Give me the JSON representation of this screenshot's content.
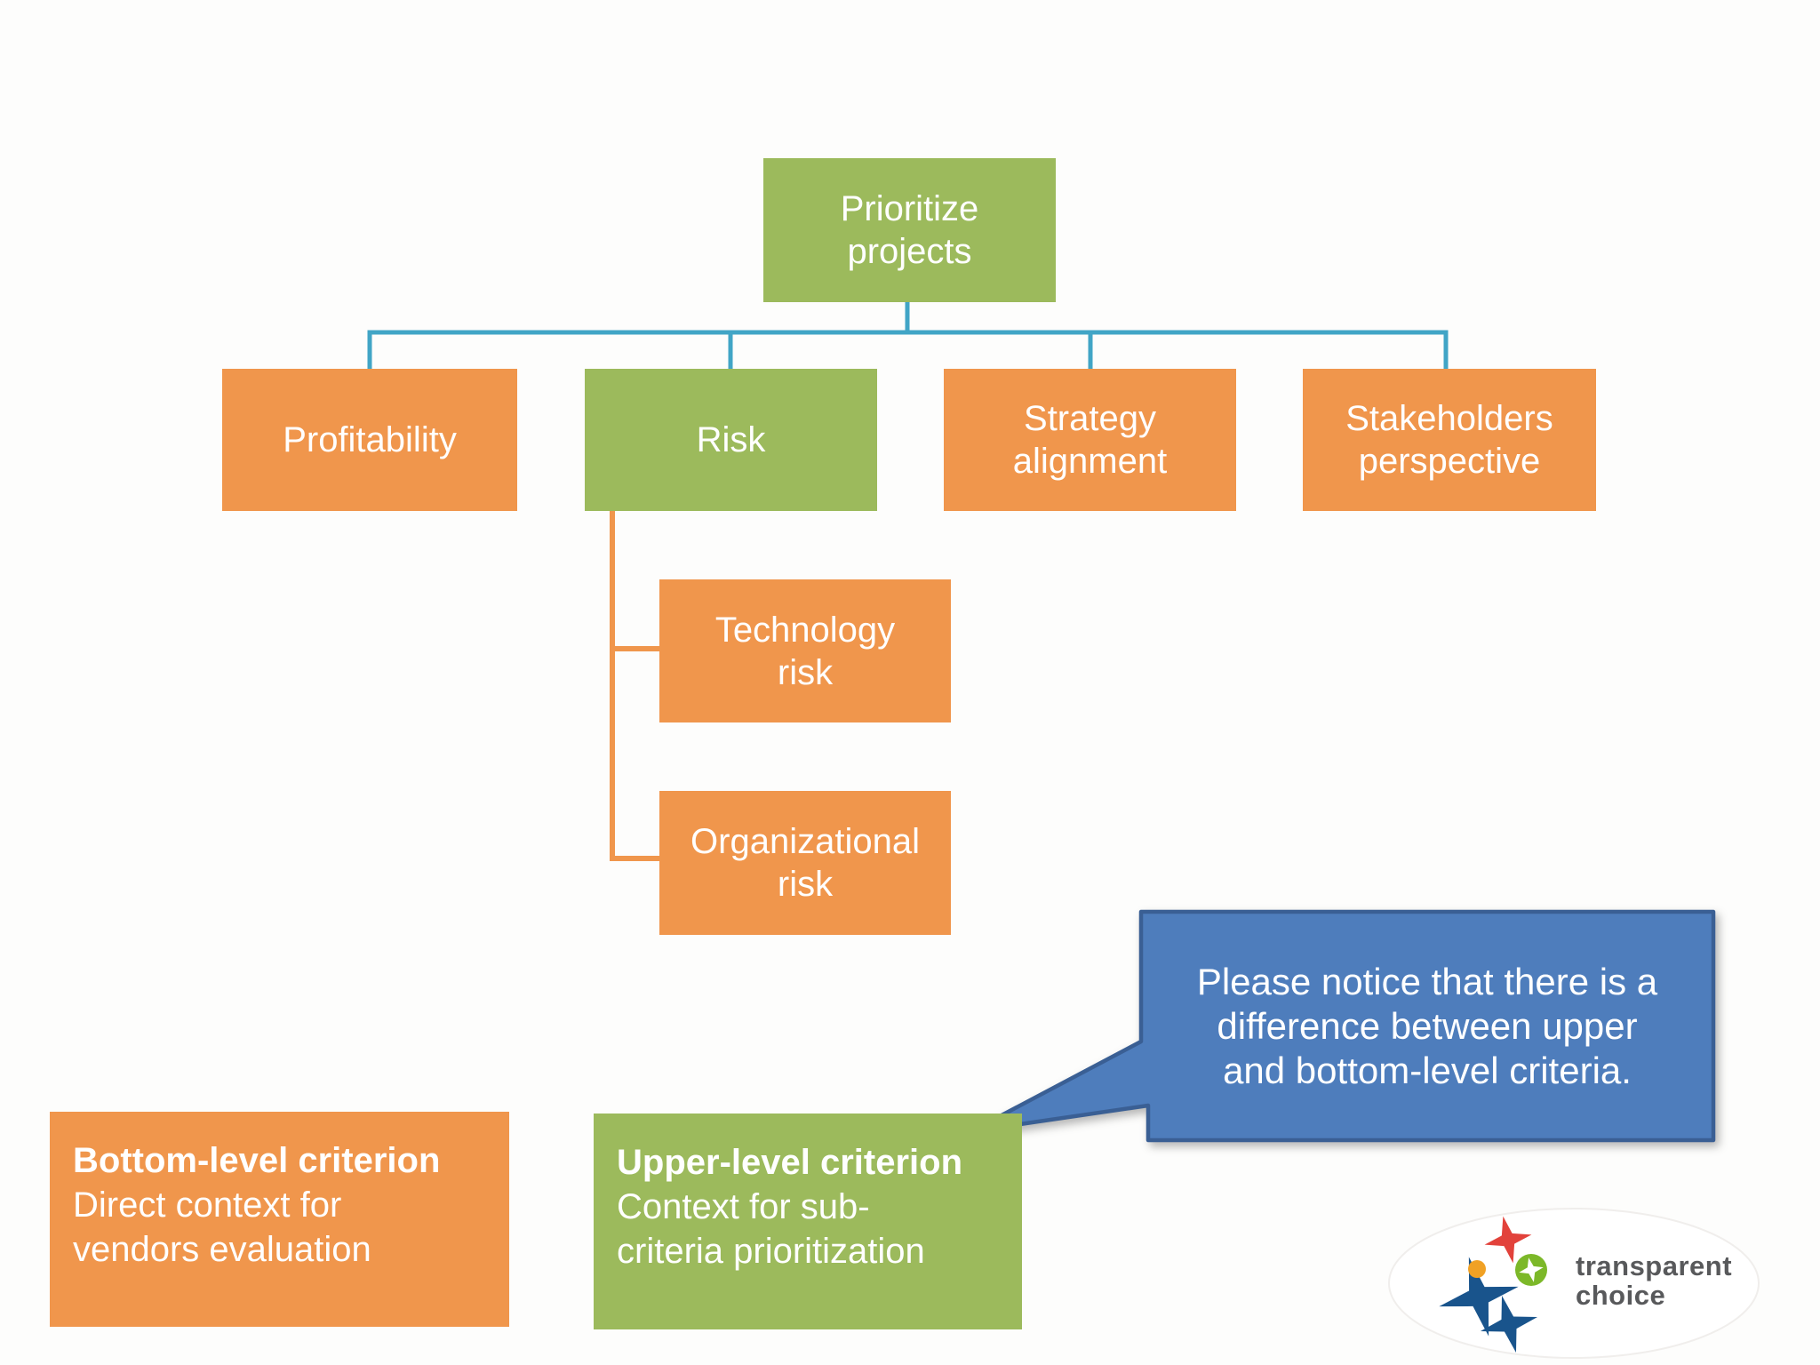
{
  "diagram": {
    "root": {
      "lines": [
        "Prioritize",
        "projects"
      ]
    },
    "criteria": [
      {
        "id": "profitability",
        "lines": [
          "Profitability"
        ]
      },
      {
        "id": "risk",
        "lines": [
          "Risk"
        ]
      },
      {
        "id": "strategy-alignment",
        "lines": [
          "Strategy",
          "alignment"
        ]
      },
      {
        "id": "stakeholders-perspective",
        "lines": [
          "Stakeholders",
          "perspective"
        ]
      }
    ],
    "sub_criteria": [
      {
        "id": "technology-risk",
        "lines": [
          "Technology",
          "risk"
        ]
      },
      {
        "id": "organizational-risk",
        "lines": [
          "Organizational",
          "risk"
        ]
      }
    ]
  },
  "callout": {
    "lines": [
      "Please notice that there is a",
      "difference between upper",
      "and bottom-level criteria."
    ]
  },
  "legend": {
    "bottom_level": {
      "title": "Bottom-level criterion",
      "desc_lines": [
        "Direct context for",
        "vendors evaluation"
      ]
    },
    "upper_level": {
      "title": "Upper-level criterion",
      "desc_lines": [
        "Context for sub-",
        "criteria prioritization"
      ]
    }
  },
  "logo": {
    "lines": [
      "transparent",
      "choice"
    ]
  },
  "colors": {
    "box_orange": "#F0964C",
    "box_green": "#9CBA5C",
    "connector_teal": "#41A5C6",
    "connector_orange": "#F0964C",
    "callout_fill": "#4E7DBC",
    "callout_border": "#3A5F94",
    "text_white": "#FFFFFF",
    "logo_gray": "#58595B",
    "logo_blue": "#19548C",
    "logo_red": "#E2423B",
    "logo_orange": "#F0A125",
    "logo_green": "#7CB829"
  }
}
